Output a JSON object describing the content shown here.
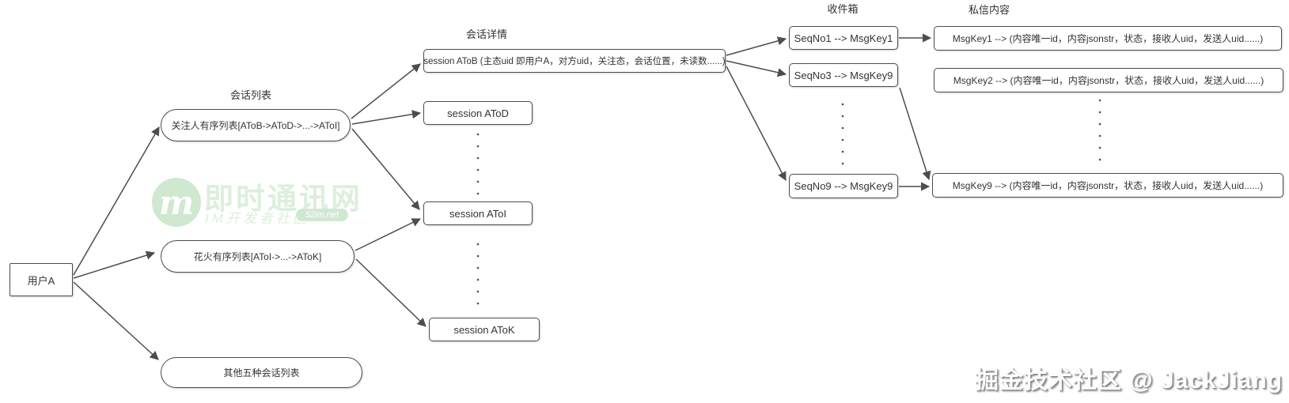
{
  "colors": {
    "border": "#4d4d4d",
    "text": "#333333",
    "watermark_green": "#cfe8cf",
    "watermark_text_green": "#dcefdc",
    "credit_shadow": "#828282"
  },
  "diagram": {
    "user": {
      "label": "用户A"
    },
    "session_lists": {
      "title": "会话列表",
      "items": [
        {
          "label": "关注人有序列表[AToB->AToD->...->AToI]"
        },
        {
          "label": "花火有序列表[AToI->...->AToK]"
        },
        {
          "label": "其他五种会话列表"
        }
      ]
    },
    "session_details": {
      "title": "会话详情",
      "items": [
        {
          "label": "session AToB (主态uid 即用户A，对方uid，关注态，会话位置，未读数......)"
        },
        {
          "label": "session AToD"
        },
        {
          "label": "session AToI"
        },
        {
          "label": "session AToK"
        }
      ]
    },
    "inbox": {
      "title": "收件箱",
      "items": [
        {
          "label": "SeqNo1 --> MsgKey1"
        },
        {
          "label": "SeqNo3 --> MsgKey9"
        },
        {
          "label": "SeqNo9 --> MsgKey9"
        }
      ]
    },
    "messages": {
      "title": "私信内容",
      "items": [
        {
          "label": "MsgKey1 --> (内容唯一id，内容jsonstr，状态，接收人uid，发送人uid......)"
        },
        {
          "label": "MsgKey2 --> (内容唯一id，内容jsonstr，状态，接收人uid，发送人uid......)"
        },
        {
          "label": "MsgKey9 --> (内容唯一id，内容jsonstr，状态，接收人uid，发送人uid......)"
        }
      ]
    }
  },
  "watermark": {
    "logo_letter": "m",
    "title": "即时通讯网",
    "subtitle": "IM开发者社区",
    "badge": "52im.net"
  },
  "credit": {
    "text": "掘金技术社区 @ JackJiang"
  }
}
